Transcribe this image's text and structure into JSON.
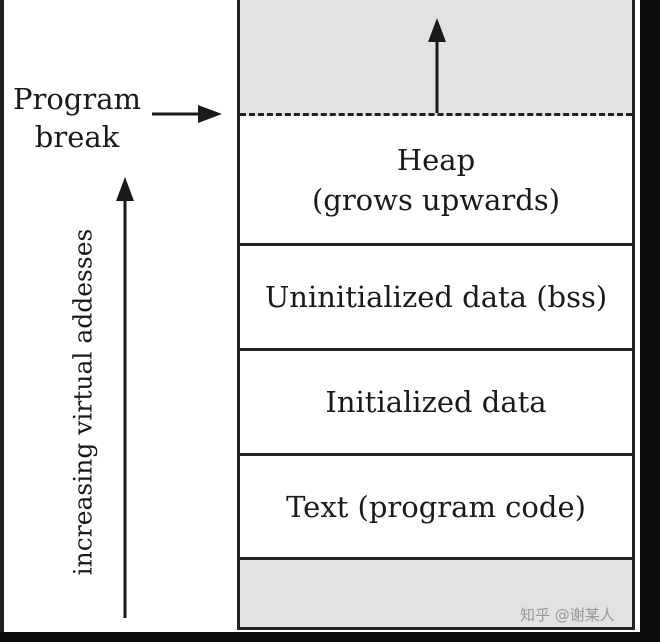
{
  "labels": {
    "program_break_line1": "Program",
    "program_break_line2": "break",
    "vertical_axis": "increasing virtual addesses"
  },
  "segments": {
    "heap_line1": "Heap",
    "heap_line2": "(grows upwards)",
    "bss": "Uninitialized data (bss)",
    "initialized": "Initialized data",
    "text": "Text (program code)"
  },
  "watermark": "知乎 @谢某人"
}
